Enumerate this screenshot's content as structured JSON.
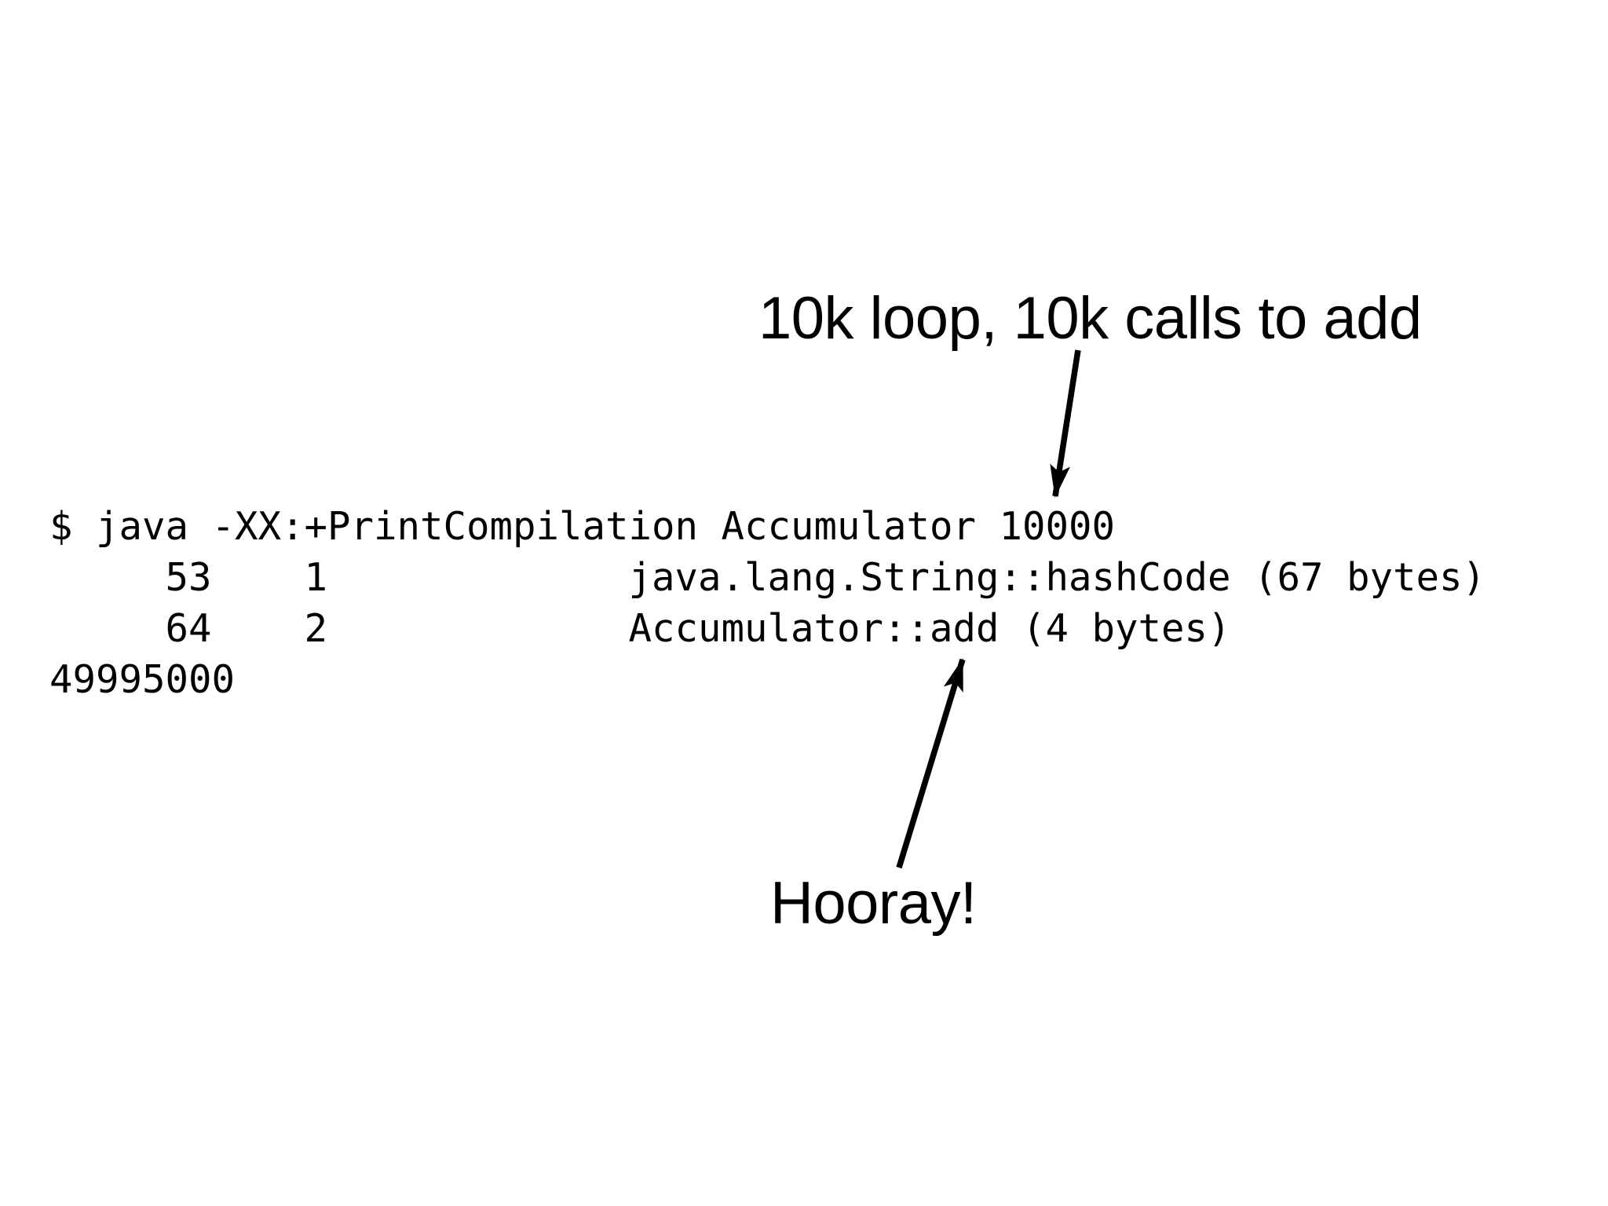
{
  "slide": {
    "background_color": "#ffffff",
    "text_color": "#000000"
  },
  "annotations": {
    "loop_label": "10k loop, 10k calls to add",
    "hooray_label": "Hooray!"
  },
  "terminal": {
    "lines": [
      "$ java -XX:+PrintCompilation Accumulator 10000",
      "     53    1             java.lang.String::hashCode (67 bytes)",
      "     64    2             Accumulator::add (4 bytes)",
      "49995000"
    ]
  }
}
